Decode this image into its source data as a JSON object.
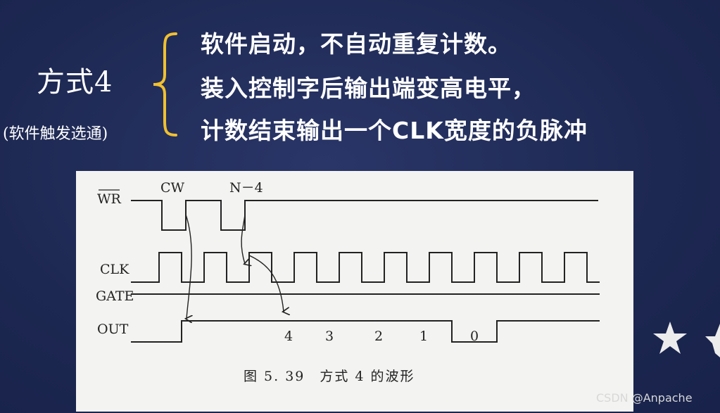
{
  "heading": {
    "mode": "方式4",
    "mode_sub": "(软件触发选通)"
  },
  "description": [
    "软件启动，不自动重复计数。",
    "装入控制字后输出端变高电平，",
    "计数结束输出一个CLK宽度的负脉冲"
  ],
  "figure": {
    "signals": [
      "WR",
      "CLK",
      "GATE",
      "OUT"
    ],
    "annotations": {
      "cw": "CW",
      "n": "N－4"
    },
    "counts": [
      "4",
      "3",
      "2",
      "1",
      "0"
    ],
    "caption": "图 5. 39　方式 4 的波形"
  },
  "watermark": "CSDN @Anpache",
  "colors": {
    "background": "#1f2a55",
    "panel": "#f3f3f1",
    "text": "#ffffff",
    "brace": "#f0c030"
  }
}
